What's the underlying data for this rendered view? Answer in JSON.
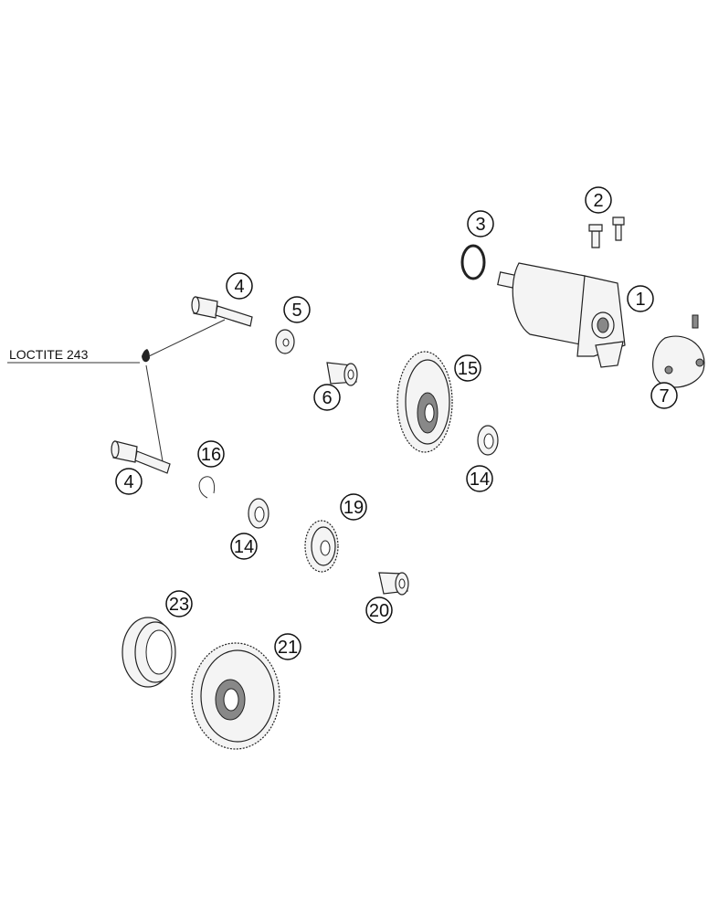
{
  "note": {
    "text": "LOCTITE 243"
  },
  "callouts": [
    {
      "id": "c1",
      "label": "1"
    },
    {
      "id": "c2",
      "label": "2"
    },
    {
      "id": "c3",
      "label": "3"
    },
    {
      "id": "c4a",
      "label": "4"
    },
    {
      "id": "c4b",
      "label": "4"
    },
    {
      "id": "c5",
      "label": "5"
    },
    {
      "id": "c6",
      "label": "6"
    },
    {
      "id": "c7",
      "label": "7"
    },
    {
      "id": "c14a",
      "label": "14"
    },
    {
      "id": "c14b",
      "label": "14"
    },
    {
      "id": "c15",
      "label": "15"
    },
    {
      "id": "c16",
      "label": "16"
    },
    {
      "id": "c19",
      "label": "19"
    },
    {
      "id": "c20",
      "label": "20"
    },
    {
      "id": "c21",
      "label": "21"
    },
    {
      "id": "c23",
      "label": "23"
    }
  ]
}
